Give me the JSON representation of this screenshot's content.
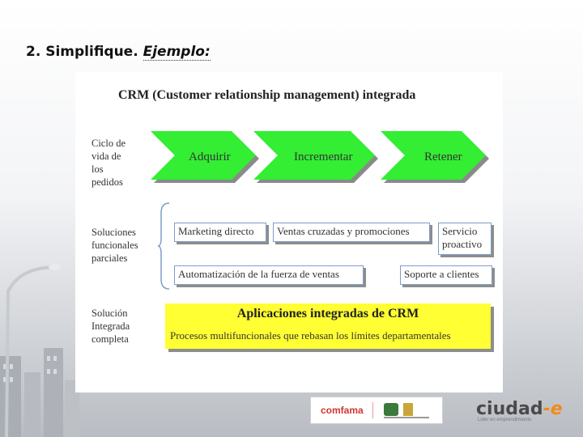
{
  "slide": {
    "heading_num": "2. Simplifique.",
    "heading_example": "Ejemplo:"
  },
  "diagram": {
    "title": "CRM (Customer relationship management) integrada",
    "rows": [
      {
        "label": [
          "Ciclo de",
          "vida de",
          "los",
          "pedidos"
        ]
      },
      {
        "label": [
          "Soluciones",
          "funcionales",
          "parciales"
        ]
      },
      {
        "label": [
          "Solución",
          "Integrada",
          "completa"
        ]
      }
    ],
    "lifecycle": [
      "Adquirir",
      "Incrementar",
      "Retener"
    ],
    "partial": {
      "marketing": "Marketing directo",
      "ventas": "Ventas cruzadas y promociones",
      "servicio": [
        "Servicio",
        "proactivo"
      ],
      "automatizacion": "Automatización de la fuerza de ventas",
      "soporte": "Soporte a clientes"
    },
    "integrated": {
      "title": "Aplicaciones integradas de CRM",
      "subtitle": "Procesos multifuncionales que rebasan los límites departamentales"
    }
  },
  "footer": {
    "logo1": "comfama",
    "logo2": "ciudad",
    "logo2_mark": "-e",
    "tagline": "Lider en emprendimiento"
  },
  "colors": {
    "chevron": "#33ee33",
    "yellow": "#ffff33",
    "box_border": "#7d9ec9"
  }
}
